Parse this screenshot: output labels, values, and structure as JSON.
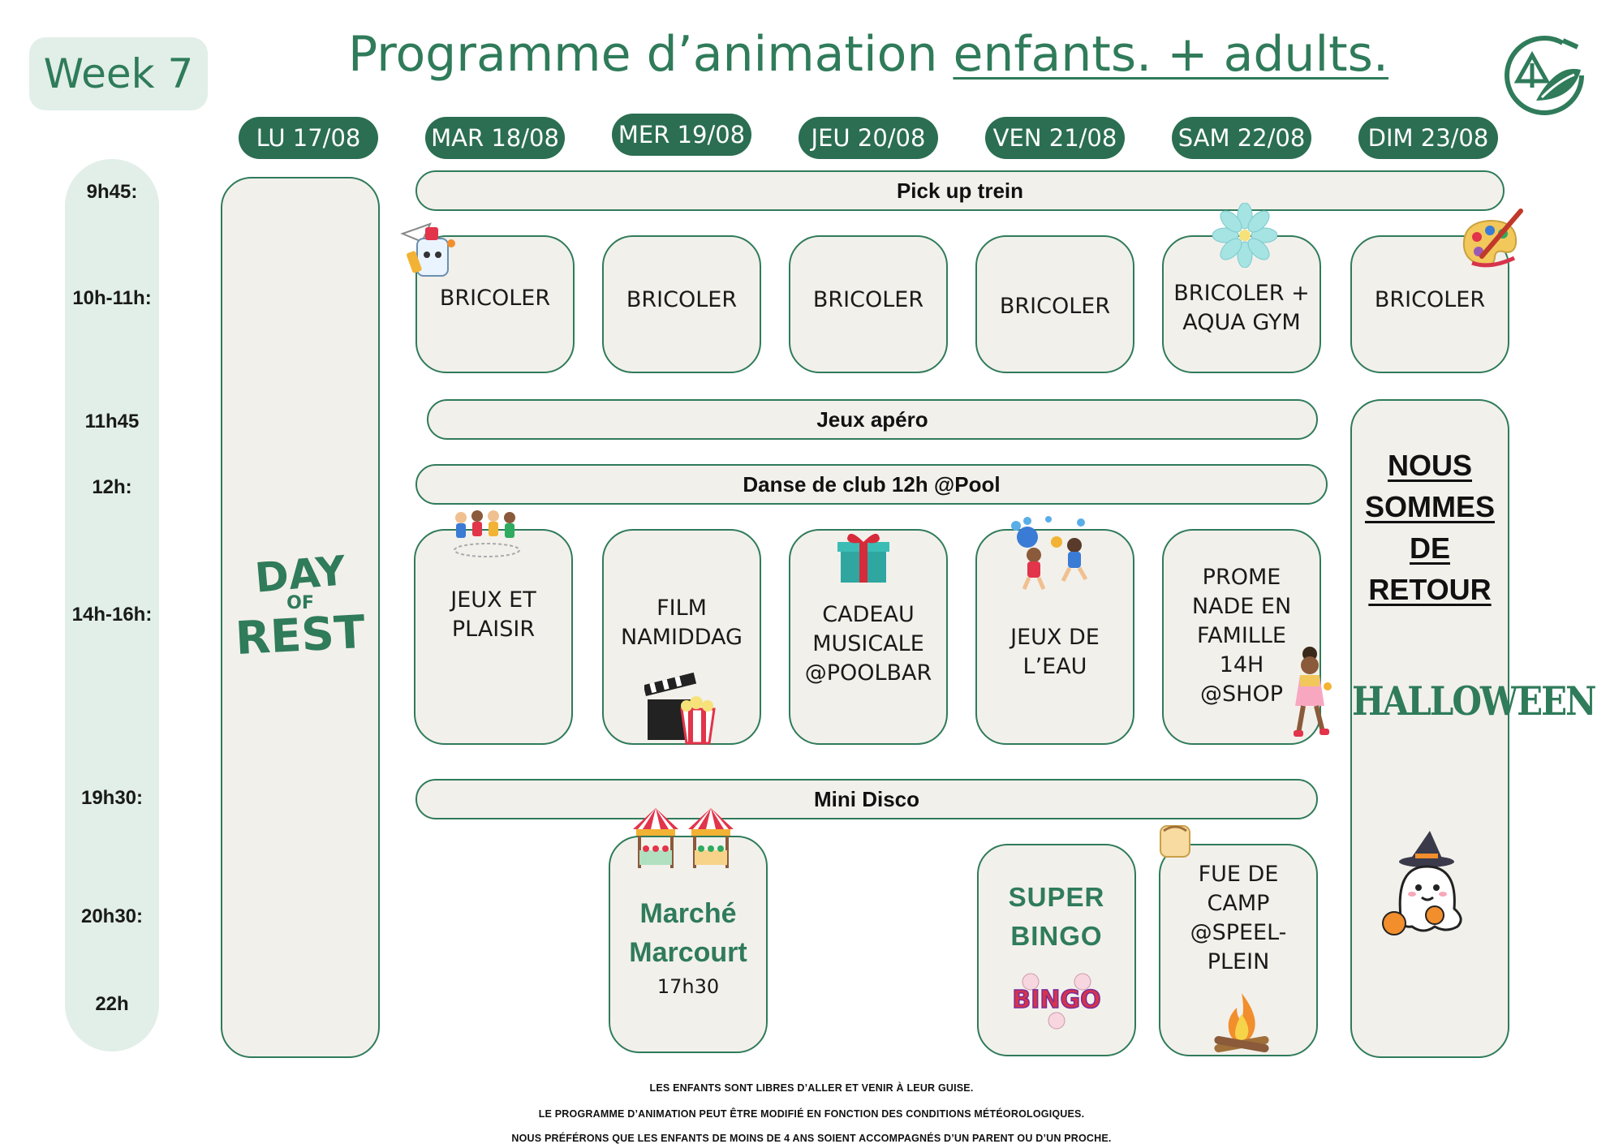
{
  "week_label": "Week 7",
  "title": {
    "main": "Programme d’animation",
    "underlined": "enfants. + adults."
  },
  "logo_icon": "campsite-leaf-logo-icon",
  "days": [
    "LU 17/08",
    "MAR 18/08",
    "MER 19/08",
    "JEU 20/08",
    "VEN 21/08",
    "SAM 22/08",
    "DIM 23/08"
  ],
  "times": [
    "9h45:",
    "10h-11h:",
    "11h45",
    "12h:",
    "14h-16h:",
    "19h30:",
    "20h30:",
    "22h"
  ],
  "bars": {
    "pickup": "Pick up trein",
    "jeux_apero": "Jeux apéro",
    "danse": "Danse de club 12h @Pool",
    "disco": "Mini Disco"
  },
  "monday": {
    "label_day": "DAY",
    "label_of": "OF",
    "label_rest": "REST"
  },
  "morning": [
    {
      "text": "BRICOLER",
      "icon": "glue-craft-icon"
    },
    {
      "text": "BRICOLER",
      "icon": ""
    },
    {
      "text": "BRICOLER",
      "icon": ""
    },
    {
      "text": "BRICOLER",
      "icon": ""
    },
    {
      "text": "BRICOLER +\nAQUA GYM",
      "icon": "flower-icon"
    },
    {
      "text": "BRICOLER",
      "icon": "paint-palette-icon"
    }
  ],
  "afternoon": [
    {
      "text": "JEUX ET\nPLAISIR",
      "icon": "kids-playing-icon"
    },
    {
      "text": "FILM\nNAMIDDAG",
      "icon": "clapperboard-popcorn-icon"
    },
    {
      "text": "CADEAU\nMUSICALE\n@POOLBAR",
      "icon": "gift-icon"
    },
    {
      "text": "JEUX DE\nL’EAU",
      "icon": "water-play-icon"
    },
    {
      "text": "PROME\nNADE EN\nFAMILLE\n14H\n@SHOP",
      "icon": "walking-girl-icon"
    }
  ],
  "sunday_card": {
    "heading": "NOUS\nSOMMES\nDE\nRETOUR",
    "halloween": "HALLOWEEN",
    "icon": "ghost-witch-icon"
  },
  "evening": {
    "marche": {
      "title": "Marché\nMarcourt",
      "time": "17h30",
      "icon": "market-stalls-icon"
    },
    "bingo": {
      "title": "SUPER\nBINGO",
      "badge": "BINGO",
      "icon": "bingo-balls-icon"
    },
    "feu": {
      "text": "FUE DE\nCAMP\n@SPEEL-\nPLEIN",
      "icon": "campfire-icon",
      "icon2": "marshmallow-icon"
    }
  },
  "footer": [
    "LES ENFANTS SONT LIBRES D’ALLER ET VENIR À LEUR GUISE.",
    "LE PROGRAMME D’ANIMATION PEUT ÊTRE MODIFIÉ EN FONCTION DES CONDITIONS MÉTÉOROLOGIQUES.",
    "NOUS PRÉFÉRONS QUE LES ENFANTS DE MOINS DE 4 ANS SOIENT ACCOMPAGNÉS D’UN PARENT OU D’UN PROCHE."
  ],
  "colors": {
    "brand_green": "#2f7b5a",
    "pill_green": "#2b6e52",
    "mint": "#e1efe8",
    "card_bg": "#f2f0eb"
  }
}
